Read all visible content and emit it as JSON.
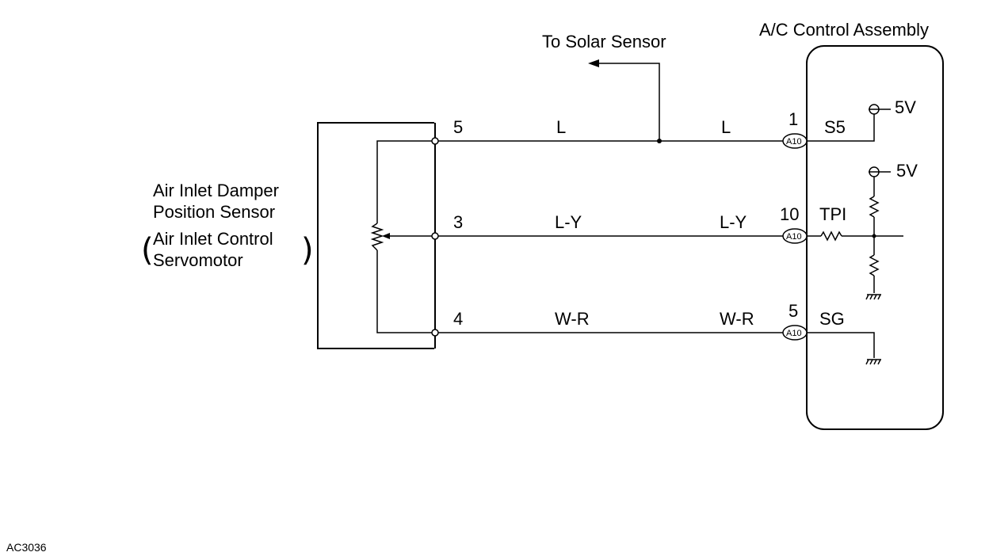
{
  "diagram": {
    "assembly_title": "A/C Control Assembly",
    "solar_label": "To Solar Sensor",
    "sensor_name": {
      "line1": "Air Inlet Damper",
      "line2": "Position Sensor",
      "line3": "Air Inlet Control",
      "line4": "Servomotor"
    },
    "wires": [
      {
        "sensor_pin": "5",
        "left_color": "L",
        "right_color": "L",
        "ecu_pin": "1",
        "terminal": "S5",
        "connector": "A10"
      },
      {
        "sensor_pin": "3",
        "left_color": "L-Y",
        "right_color": "L-Y",
        "ecu_pin": "10",
        "terminal": "TPI",
        "connector": "A10"
      },
      {
        "sensor_pin": "4",
        "left_color": "W-R",
        "right_color": "W-R",
        "ecu_pin": "5",
        "terminal": "SG",
        "connector": "A10"
      }
    ],
    "supply": [
      "5V",
      "5V"
    ],
    "figure_code": "AC3036"
  }
}
